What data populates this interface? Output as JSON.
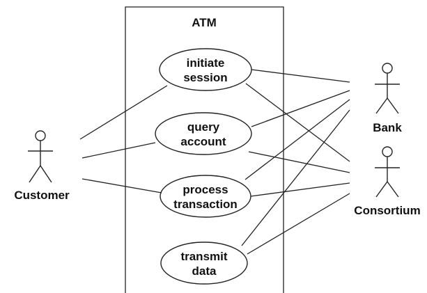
{
  "system": {
    "title": "ATM"
  },
  "actors": {
    "customer": "Customer",
    "bank": "Bank",
    "consortium": "Consortium"
  },
  "use_cases": {
    "initiate_session": [
      "initiate",
      "session"
    ],
    "query_account": [
      "query",
      "account"
    ],
    "process_transaction": [
      "process",
      "transaction"
    ],
    "transmit_data": [
      "transmit",
      "data"
    ]
  },
  "colors": {
    "line": "#222222",
    "background": "#ffffff",
    "text": "#111111"
  }
}
